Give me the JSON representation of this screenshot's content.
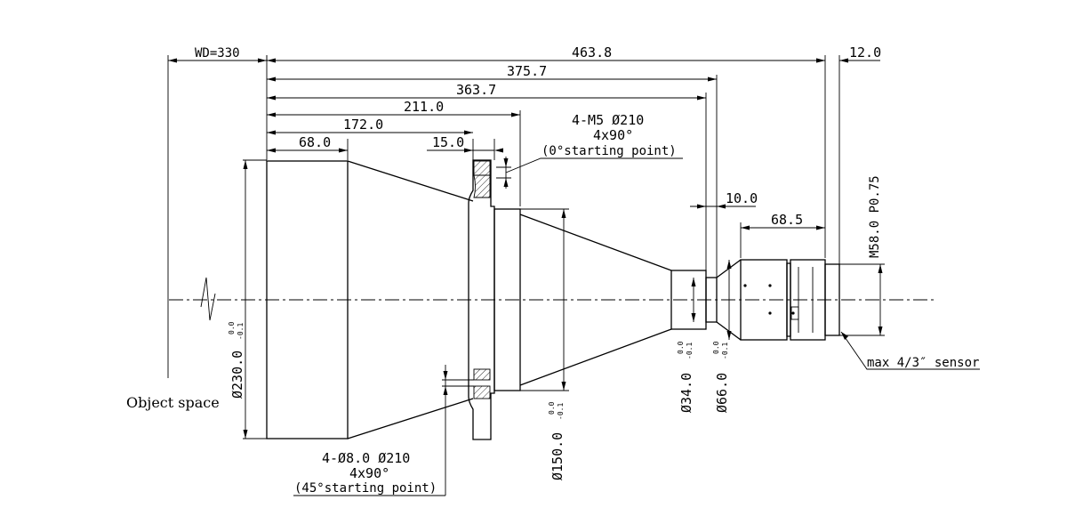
{
  "dimensions": {
    "wd": "WD=330",
    "total_length": "463.8",
    "back_length": "12.0",
    "to_thread_end": "375.7",
    "to_thread_start": "363.7",
    "to_flange_back": "211.0",
    "to_flange_front": "172.0",
    "front_barrel": "68.0",
    "flange_thickness": "15.0",
    "neck_length": "10.0",
    "rear_barrel": "68.5",
    "thread_spec": "M58.0 P0.75",
    "dia_front": "Ø230.0",
    "dia_mid": "Ø150.0",
    "dia_neck": "Ø34.0",
    "dia_rear": "Ø66.0",
    "tol_upper": "0.0",
    "tol_lower": "-0.1"
  },
  "callouts": {
    "top_holes_line1": "4-M5 Ø210",
    "top_holes_line2": "4x90°",
    "top_holes_line3": "(0°starting point)",
    "bottom_holes_line1": "4-Ø8.0 Ø210",
    "bottom_holes_line2": "4x90°",
    "bottom_holes_line3": "(45°starting point)"
  },
  "labels": {
    "object_space": "Object space",
    "sensor": "max 4/3″ sensor"
  }
}
